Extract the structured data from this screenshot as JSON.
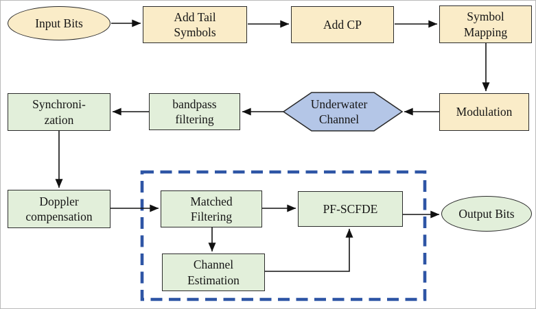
{
  "diagram": {
    "nodes": {
      "input_bits": {
        "label": "Input Bits",
        "shape": "ellipse",
        "fill": "#faecc8"
      },
      "add_tail_symbols": {
        "label": "Add Tail\nSymbols",
        "shape": "rect",
        "fill": "#faecc8"
      },
      "add_cp": {
        "label": "Add CP",
        "shape": "rect",
        "fill": "#faecc8"
      },
      "symbol_mapping": {
        "label": "Symbol\nMapping",
        "shape": "rect",
        "fill": "#faecc8"
      },
      "modulation": {
        "label": "Modulation",
        "shape": "rect",
        "fill": "#faecc8"
      },
      "underwater_channel": {
        "label": "Underwater\nChannel",
        "shape": "hexagon",
        "fill": "#b4c6e7"
      },
      "bandpass_filtering": {
        "label": "bandpass\nfiltering",
        "shape": "rect",
        "fill": "#e2efda"
      },
      "synchronization": {
        "label": "Synchroni-\nzation",
        "shape": "rect",
        "fill": "#e2efda"
      },
      "doppler_compensation": {
        "label": "Doppler\ncompensation",
        "shape": "rect",
        "fill": "#e2efda"
      },
      "matched_filtering": {
        "label": "Matched\nFiltering",
        "shape": "rect",
        "fill": "#e2efda"
      },
      "pf_scfde": {
        "label": "PF-SCFDE",
        "shape": "rect",
        "fill": "#e2efda"
      },
      "channel_estimation": {
        "label": "Channel\nEstimation",
        "shape": "rect",
        "fill": "#e2efda"
      },
      "output_bits": {
        "label": "Output Bits",
        "shape": "ellipse",
        "fill": "#e2efda"
      }
    },
    "edges": [
      {
        "from": "input_bits",
        "to": "add_tail_symbols"
      },
      {
        "from": "add_tail_symbols",
        "to": "add_cp"
      },
      {
        "from": "add_cp",
        "to": "symbol_mapping"
      },
      {
        "from": "symbol_mapping",
        "to": "modulation"
      },
      {
        "from": "modulation",
        "to": "underwater_channel"
      },
      {
        "from": "underwater_channel",
        "to": "bandpass_filtering"
      },
      {
        "from": "bandpass_filtering",
        "to": "synchronization"
      },
      {
        "from": "synchronization",
        "to": "doppler_compensation"
      },
      {
        "from": "doppler_compensation",
        "to": "matched_filtering"
      },
      {
        "from": "matched_filtering",
        "to": "pf_scfde"
      },
      {
        "from": "matched_filtering",
        "to": "channel_estimation"
      },
      {
        "from": "channel_estimation",
        "to": "pf_scfde"
      },
      {
        "from": "pf_scfde",
        "to": "output_bits"
      }
    ],
    "dashed_group": {
      "members": [
        "matched_filtering",
        "pf_scfde",
        "channel_estimation"
      ],
      "border_color": "#2e55a5",
      "border_style": "dashed"
    },
    "colors": {
      "process_tx": "#faecc8",
      "process_rx": "#e2efda",
      "channel": "#b4c6e7",
      "stroke": "#2a2a2a",
      "arrow": "#111111",
      "dashed_border": "#2e55a5",
      "background": "#ffffff"
    }
  }
}
